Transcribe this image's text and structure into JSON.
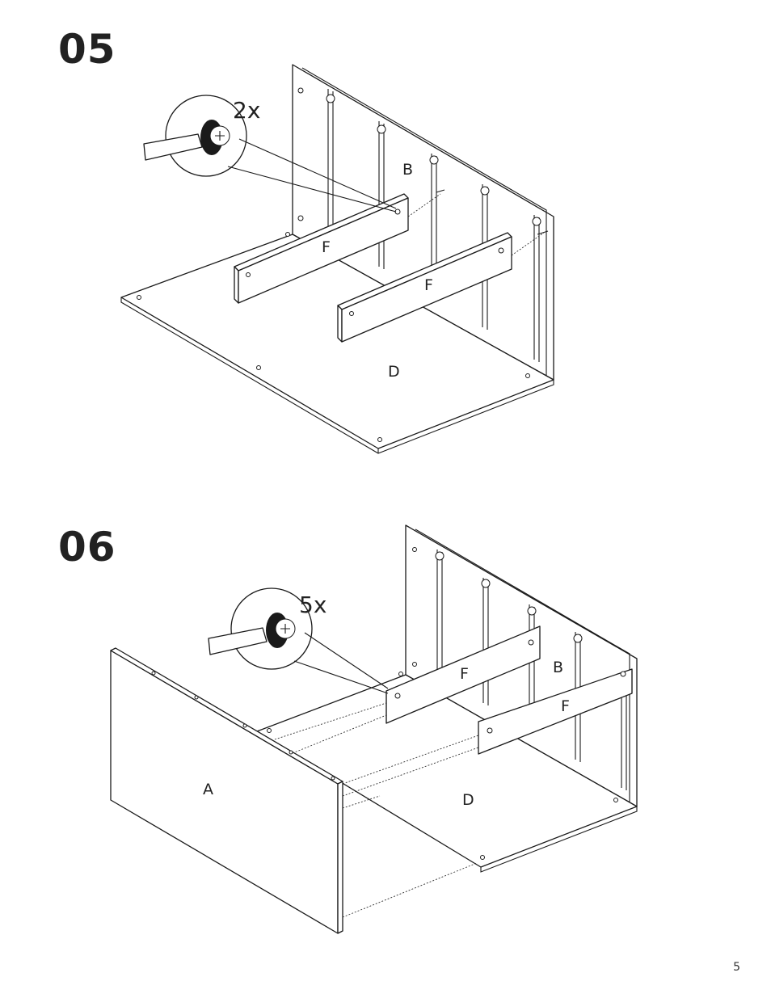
{
  "steps": [
    {
      "number": "05",
      "quantity": "2x",
      "labels": {
        "back": "B",
        "rail_1": "F",
        "rail_2": "F",
        "bottom": "D"
      }
    },
    {
      "number": "06",
      "quantity": "5x",
      "labels": {
        "side": "A",
        "rail_1": "F",
        "back": "B",
        "rail_2": "F",
        "bottom": "D"
      }
    }
  ],
  "page_number": "5",
  "icons": [
    "screwdriver-icon",
    "cam-lock-icon",
    "dowel-icon"
  ]
}
